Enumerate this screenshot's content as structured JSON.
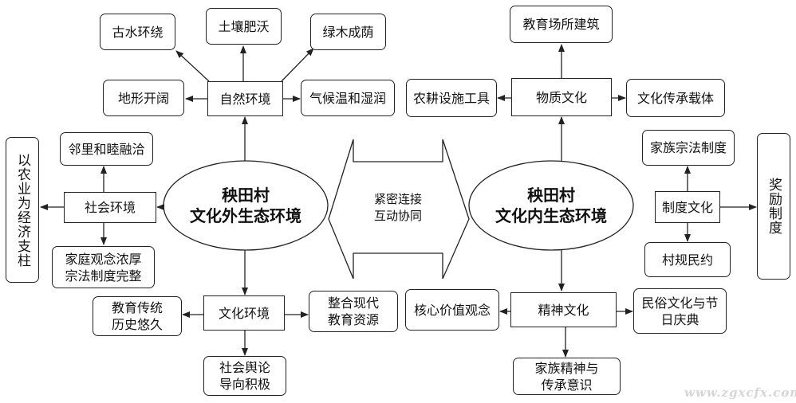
{
  "left_center": {
    "label": "秧田村\n文化外生态环境"
  },
  "right_center": {
    "label": "秧田村\n文化内生态环境"
  },
  "link_label": "紧密连接\n互动协同",
  "left": {
    "natural": {
      "label": "自然环境",
      "children": [
        "古水环绕",
        "土壤肥沃",
        "绿木成荫",
        "地形开阔",
        "气候温和湿润"
      ]
    },
    "social": {
      "label": "社会环境",
      "children": [
        "邻里和睦融洽",
        "以农业为经济支柱",
        "家庭观念浓厚\n宗法制度完整"
      ]
    },
    "cultural": {
      "label": "文化环境",
      "children": [
        "教育传统\n历史悠久",
        "整合现代\n教育资源",
        "社会舆论\n导向积极"
      ]
    }
  },
  "right": {
    "material": {
      "label": "物质文化",
      "children": [
        "教育场所建筑",
        "农耕设施工具",
        "文化传承载体"
      ]
    },
    "institution": {
      "label": "制度文化",
      "children": [
        "家族宗法制度",
        "奖励制度",
        "村规民约"
      ]
    },
    "spiritual": {
      "label": "精神文化",
      "children": [
        "核心价值观念",
        "民俗文化与节\n日庆典",
        "家族精神与\n传承意识"
      ]
    }
  },
  "watermark": "www.zgxcfx.com"
}
